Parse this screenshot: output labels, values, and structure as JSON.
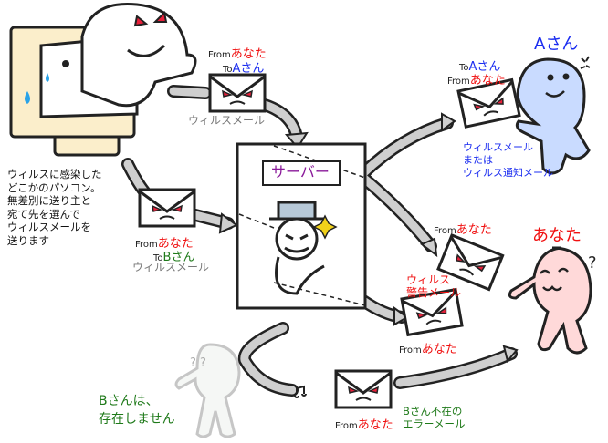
{
  "infected_pc": {
    "description_lines": [
      "ウィルスに感染した",
      "どこかのパソコン。",
      "無差別に送り主と",
      "宛て先を選んで",
      "ウィルスメールを",
      "送ります"
    ]
  },
  "mail_to_a": {
    "from_prefix": "From",
    "from_name": "あなた",
    "to_prefix": "To",
    "to_name": "Aさん",
    "caption": "ウィルスメール"
  },
  "mail_to_b": {
    "from_prefix": "From",
    "from_name": "あなた",
    "to_prefix": "To",
    "to_name": "Bさん",
    "caption": "ウィルスメール"
  },
  "server": {
    "label": "サーバー"
  },
  "person_a": {
    "name": "Aさん",
    "mail": {
      "to_prefix": "To",
      "to_name": "Aさん",
      "from_prefix": "From",
      "from_name": "あなた"
    },
    "caption_lines": [
      "ウィルスメール",
      "または",
      "ウィルス通知メール"
    ]
  },
  "you": {
    "name": "あなた",
    "question_mark": "?",
    "bounce_mail": {
      "from_prefix": "From",
      "from_name": "あなた"
    },
    "warning_mail": {
      "caption_lines": [
        "ウィルス",
        "警告メール"
      ],
      "from_prefix": "From",
      "from_name": "あなた"
    }
  },
  "person_b": {
    "caption_lines": [
      "Bさんは、",
      "存在しません"
    ],
    "question_marks": "? ?",
    "error_mail": {
      "from_prefix": "From",
      "from_name": "あなた",
      "caption_lines": [
        "Bさん不在の",
        "エラーメール"
      ]
    }
  },
  "colors": {
    "you": "#f01010",
    "a": "#1a2cf0",
    "b": "#1f7a1a",
    "server": "#8a1a9a",
    "arrow": "#cfcfcf",
    "monitor": "#fbeecb",
    "person_a": "#c9dbff",
    "person_you": "#ffd9d9",
    "person_b": "#eef2ee"
  }
}
